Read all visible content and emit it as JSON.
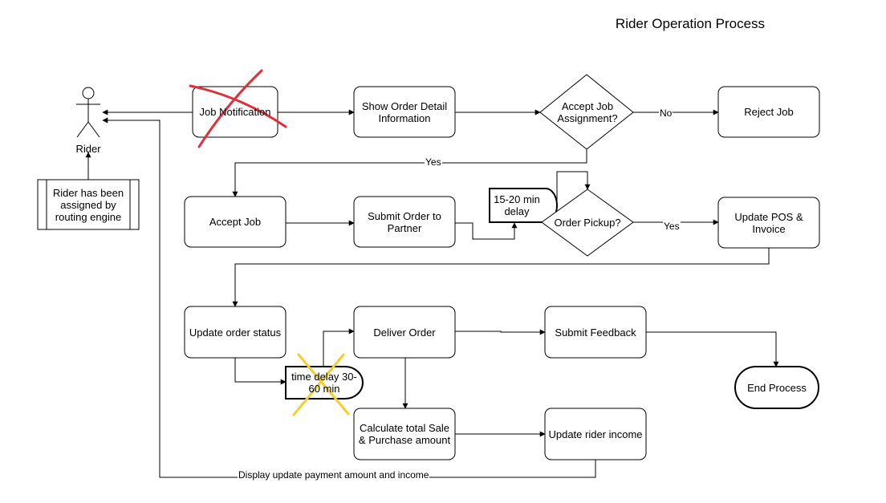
{
  "title": "Rider Operation Process",
  "actor": {
    "label": "Rider"
  },
  "nodes": {
    "rider_assigned": "Rider has been assigned by routing engine",
    "job_notification": "Job Notification",
    "show_order_detail": "Show Order Detail Information",
    "accept_assignment": "Accept Job Assignment?",
    "reject_job": "Reject Job",
    "accept_job": "Accept Job",
    "submit_order": "Submit Order to Partner",
    "delay_pickup": "15-20 min delay",
    "order_pickup": "Order Pickup?",
    "update_pos": "Update POS & Invoice",
    "update_status": "Update order status",
    "delay_delivery": "time delay 30-60 min",
    "deliver_order": "Deliver Order",
    "submit_feedback": "Submit Feedback",
    "end_process": "End Process",
    "calculate_total": "Calculate total Sale & Purchase amount",
    "update_income": "Update rider income"
  },
  "edge_labels": {
    "no": "No",
    "yes_assignment": "Yes",
    "yes_pickup": "Yes",
    "display_payment": "Display update payment amount and income"
  },
  "annotations": {
    "red_cross_color": "#e0303a",
    "yellow_cross_color": "#f5cd2d"
  }
}
